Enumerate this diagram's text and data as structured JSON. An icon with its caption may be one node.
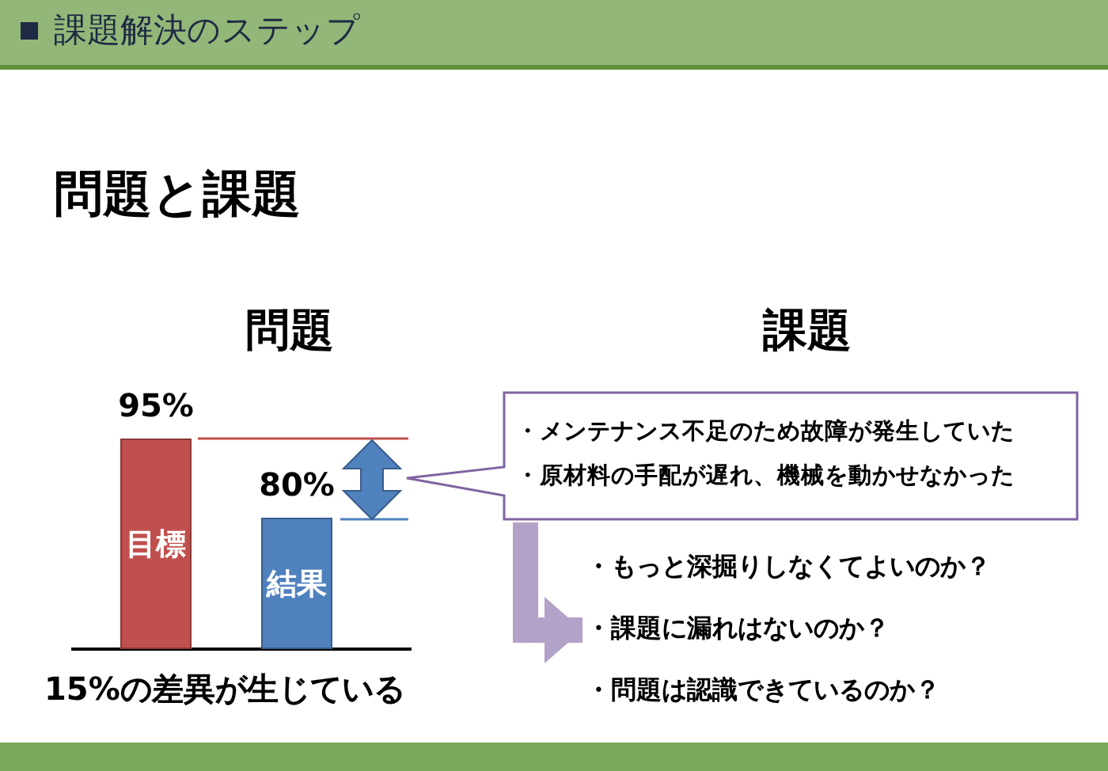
{
  "diagram": {
    "title": "課題解決のステップ",
    "nodes": [
      {
        "text": [
          "目標"
        ],
        "beside": [
          "95%"
        ]
      },
      {
        "text": [
          "結果"
        ],
        "beside": [
          "80%"
        ]
      },
      {
        "text": [
          "・メンテナンス不足のため故障が発生していた",
          "・原材料の手配が遅れ、機械を動かせなかった"
        ]
      },
      {
        "text": [
          "・もっと深掘りしなくてよいのか？",
          "・課題に漏れはないのか？",
          "・問題は認識できているのか？"
        ]
      }
    ],
    "edges": [
      {
        "from": 2,
        "to": 3,
        "arrow": "to"
      }
    ],
    "labels": [
      "問題と課題",
      "問題",
      "課題",
      "15%の差異が生じている"
    ]
  }
}
